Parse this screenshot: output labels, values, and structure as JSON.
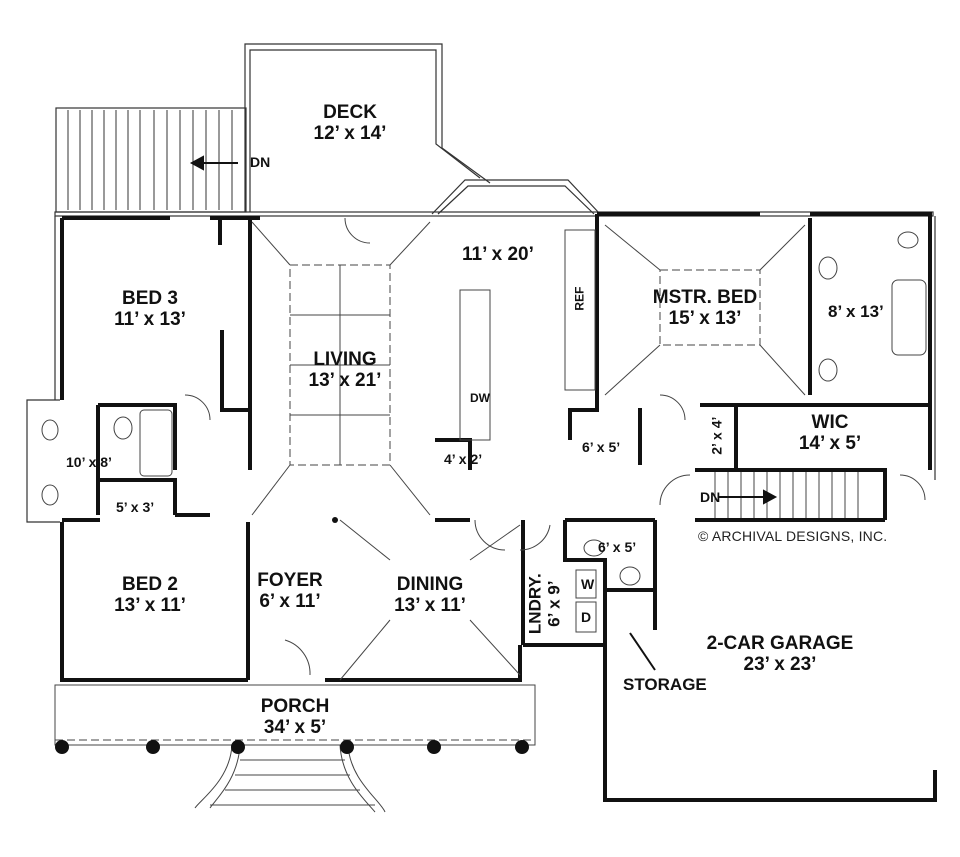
{
  "plan": {
    "copyright": "© ARCHIVAL DESIGNS, INC.",
    "stair_labels": {
      "deck_down": "DN",
      "garage_down": "DN"
    },
    "rooms": {
      "deck": {
        "name": "DECK",
        "size": "12’ x 14’"
      },
      "kitchen": {
        "name": "",
        "size": "11’ x 20’"
      },
      "ref": {
        "name": "REF"
      },
      "dw": {
        "name": "DW"
      },
      "pantry": {
        "size": "4’ x 2’"
      },
      "closet_kitchen": {
        "size": "6’ x 5’"
      },
      "master_bed": {
        "name": "MSTR. BED",
        "size": "15’ x 13’"
      },
      "master_bath": {
        "size": "8’ x 13’"
      },
      "linen": {
        "size": "2’ x 4’"
      },
      "wic": {
        "name": "WIC",
        "size": "14’ x 5’"
      },
      "bed3": {
        "name": "BED 3",
        "size": "11’ x 13’"
      },
      "living": {
        "name": "LIVING",
        "size": "13’ x 21’"
      },
      "bath2": {
        "size": "10’ x 8’"
      },
      "closet_bed2": {
        "size": "5’ x 3’"
      },
      "bed2": {
        "name": "BED 2",
        "size": "13’ x 11’"
      },
      "foyer": {
        "name": "FOYER",
        "size": "6’ x 11’"
      },
      "dining": {
        "name": "DINING",
        "size": "13’ x 11’"
      },
      "laundry": {
        "name": "LNDRY.",
        "size": "6’ x 9’"
      },
      "washer": {
        "name": "W"
      },
      "dryer": {
        "name": "D"
      },
      "powder": {
        "size": "6’ x 5’"
      },
      "garage": {
        "name": "2-CAR GARAGE",
        "size": "23’ x 23’"
      },
      "storage": {
        "name": "STORAGE"
      },
      "porch": {
        "name": "PORCH",
        "size": "34’ x 5’"
      }
    }
  }
}
